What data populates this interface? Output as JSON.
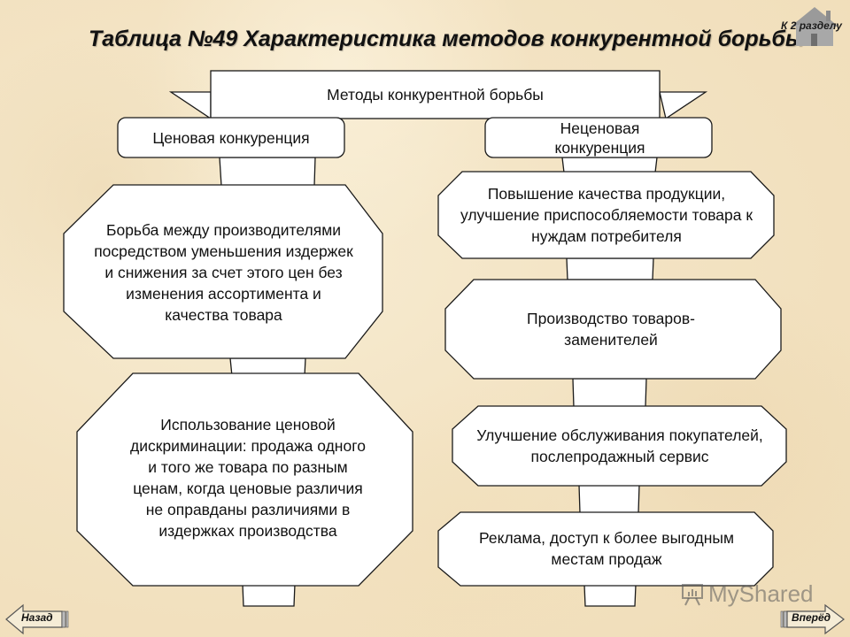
{
  "title": "Таблица №49 Характеристика методов конкурентной борьбы",
  "home_link": {
    "label": "К 2 разделу",
    "icon": "home-icon"
  },
  "diagram": {
    "root": "Методы конкурентной борьбы",
    "left_branch": {
      "label": "Ценовая конкуренция",
      "items": [
        "Борьба между производителями посредством уменьшения издержек и снижения за счет этого цен без изменения ассортимента и качества товара",
        "Использование ценовой дискриминации: продажа одного и того же товара по разным ценам, когда ценовые различия не оправданы различиями в издержках производства"
      ]
    },
    "right_branch": {
      "label": "Неценовая конкуренция",
      "items": [
        "Повышение качества продукции, улучшение приспособляемости товара к нуждам потребителя",
        "Производство товаров-заменителей",
        "Улучшение обслуживания покупателей, послепродажный сервис",
        "Реклама, доступ к более выгодным местам продаж"
      ]
    }
  },
  "navigation": {
    "back_label": "Назад",
    "forward_label": "Вперёд"
  },
  "watermark": "MyShared",
  "colors": {
    "background": "#f4e6c8",
    "shape_fill": "#ffffff",
    "stroke": "#1a1a1a"
  }
}
